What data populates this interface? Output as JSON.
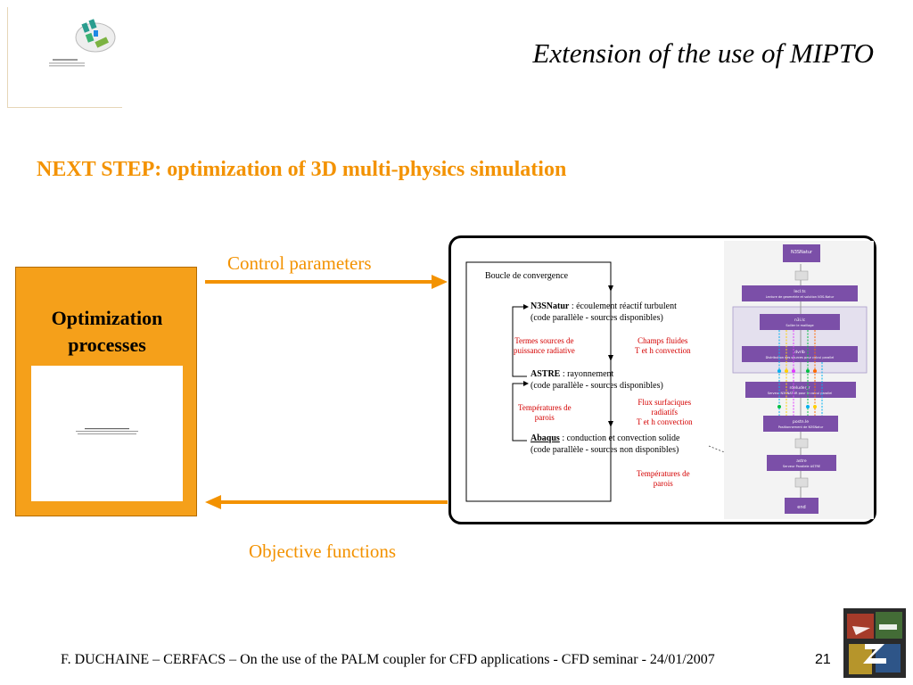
{
  "slide": {
    "title": "Extension of the use of MIPTO",
    "subtitle": "NEXT STEP: optimization of  3D multi-physics simulation",
    "page_number": "21",
    "footer": "F. DUCHAINE – CERFACS – On the use of the PALM coupler for CFD applications - CFD seminar - 24/01/2007"
  },
  "optimization": {
    "title_line1": "Optimization",
    "title_line2": "processes"
  },
  "arrows": {
    "control_label": "Control parameters",
    "objective_label": "Objective functions"
  },
  "diagram": {
    "box_title": "Boucle de convergence",
    "n3s_name": "N3SNatur",
    "n3s_desc": " : écoulement réactif turbulent",
    "n3s_desc2": "(code parallèle - sources disponibles)",
    "astre_name": "ASTRE",
    "astre_desc": " : rayonnement",
    "astre_desc2": "(code parallèle - sources disponibles)",
    "abaqus_name": "Abaqus",
    "abaqus_desc": " : conduction et convection solide",
    "abaqus_desc2": "(code parallèle - sources non disponibles)",
    "red1_l1": "Termes sources de",
    "red1_l2": "puissance radiative",
    "red2_l1": "Champs fluides",
    "red2_l2": "T et h convection",
    "red3_l1": "Températures de",
    "red3_l2": "parois",
    "red4_l1": "Flux surfaciques",
    "red4_l2": "radiatifs",
    "red4_l3": "T et h convection",
    "red5_l1": "Températures de",
    "red5_l2": "parois"
  },
  "palm": {
    "blocks": [
      "N3SNatur",
      "lecl.ts",
      "n3i.lc",
      "dvrlb",
      "rdeluder_r",
      "postn.le",
      "astre",
      "end"
    ],
    "bars": [
      "Lecture de geometrie et solution N3S-Natur",
      "Sollier le maillage",
      "Distribution des sources pour calcul parallel",
      "Serveur N3SNATUR pour le calcul parallel",
      "Positionnement de N3SNatur",
      "Serveur Parallele ASTRE"
    ]
  },
  "colors": {
    "accent_orange": "#f39200",
    "box_orange": "#f5a01a",
    "palm_purple": "#7b4fa8",
    "red_text": "#d40000"
  }
}
